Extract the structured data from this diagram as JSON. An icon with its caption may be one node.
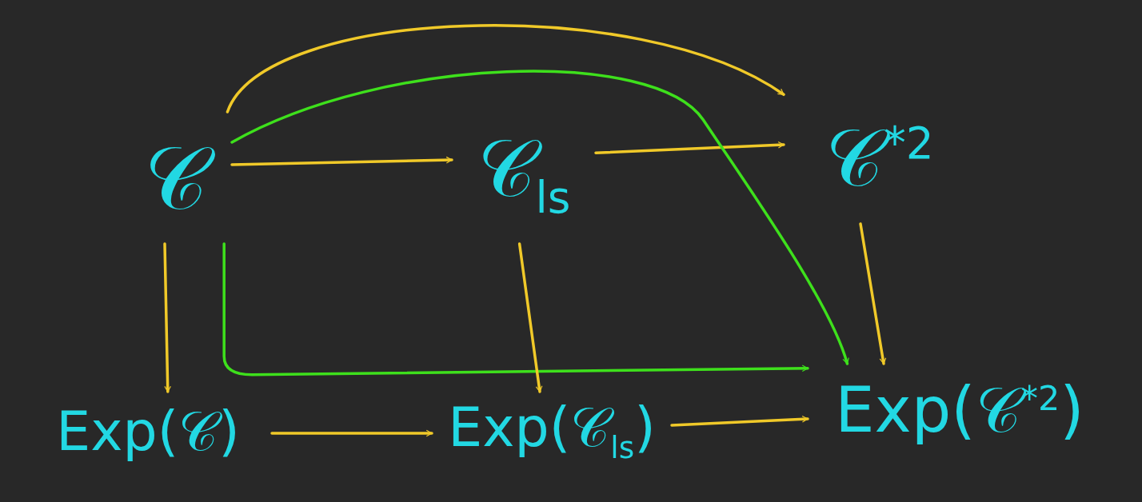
{
  "diagram": {
    "nodes": [
      {
        "text": [
          "𝒞"
        ]
      },
      {
        "text": [
          "𝒞$_{ls}$"
        ]
      },
      {
        "text": [
          "𝒞$^{*2}$"
        ]
      },
      {
        "text": [
          "Exp(𝒞)"
        ]
      },
      {
        "text": [
          "Exp(𝒞$_{ls}$)"
        ]
      },
      {
        "text": [
          "Exp(𝒞$^{*2}$)"
        ]
      }
    ],
    "edges": [
      {
        "from": 0,
        "to": 1,
        "arrow": "to"
      },
      {
        "from": 1,
        "to": 2,
        "arrow": "to"
      },
      {
        "from": 0,
        "to": 2,
        "arrow": "to"
      },
      {
        "from": 0,
        "to": 5,
        "arrow": "to",
        "color": "#3ee01c"
      },
      {
        "from": 0,
        "to": 5,
        "arrow": "to",
        "color": "#3ee01c"
      },
      {
        "from": 0,
        "to": 3,
        "arrow": "to"
      },
      {
        "from": 1,
        "to": 4,
        "arrow": "to"
      },
      {
        "from": 2,
        "to": 5,
        "arrow": "to"
      },
      {
        "from": 3,
        "to": 4,
        "arrow": "to"
      },
      {
        "from": 4,
        "to": 5,
        "arrow": "to"
      }
    ]
  }
}
